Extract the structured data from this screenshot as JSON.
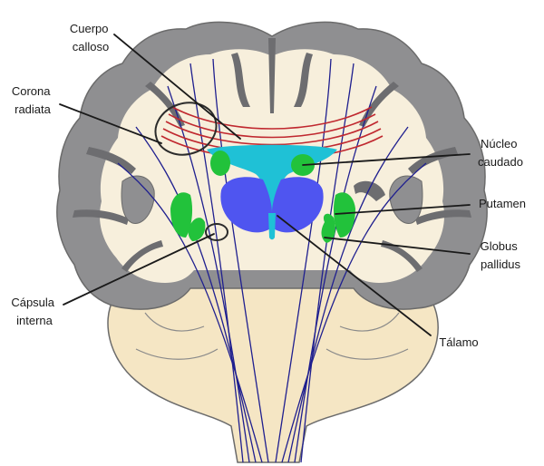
{
  "colors": {
    "cortex_gray": "#8f8f91",
    "cortex_dark": "#6d6d70",
    "white_matter": "#f7efdc",
    "outline": "#6b6b6b",
    "brainstem": "#f5e6c4",
    "fibers": "#1f1f8f",
    "corpus_callosum": "#c0282f",
    "caudate_putamen": "#22c23b",
    "ventricle": "#1fc1d6",
    "thalamus": "#4f55f0"
  },
  "labels": {
    "corpus_callosum": [
      "Cuerpo",
      "calloso"
    ],
    "corona_radiata": [
      "Corona",
      "radiata"
    ],
    "caudate_nucleus": [
      "Núcleo",
      "caudado"
    ],
    "putamen": [
      "Putamen"
    ],
    "globus_pallidus": [
      "Globus",
      "pallidus"
    ],
    "internal_capsule": [
      "Cápsula",
      "interna"
    ],
    "thalamus": [
      "Tálamo"
    ]
  }
}
